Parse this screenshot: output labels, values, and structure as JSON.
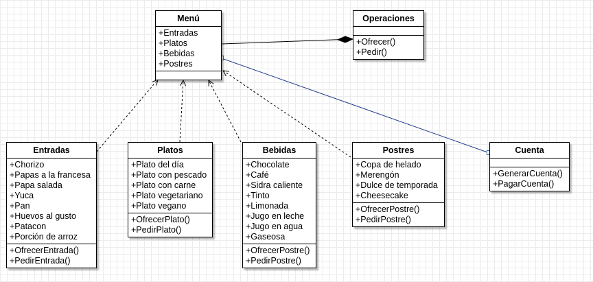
{
  "classes": {
    "menu": {
      "name": "Menú",
      "attributes": [
        "+Entradas",
        "+Platos",
        "+Bebidas",
        "+Postres"
      ],
      "operations": []
    },
    "operaciones": {
      "name": "Operaciones",
      "attributes": [],
      "operations": [
        "+Ofrecer()",
        "+Pedir()"
      ]
    },
    "entradas": {
      "name": "Entradas",
      "attributes": [
        "+Chorizo",
        "+Papas a la francesa",
        "+Papa salada",
        "+Yuca",
        "+Pan",
        "+Huevos al gusto",
        "+Patacon",
        "+Porción de arroz"
      ],
      "operations": [
        "+OfrecerEntrada()",
        "+PedirEntrada()"
      ]
    },
    "platos": {
      "name": "Platos",
      "attributes": [
        "+Plato del día",
        "+Plato con pescado",
        "+Plato con carne",
        "+Plato vegetariano",
        "+Plato vegano"
      ],
      "operations": [
        "+OfrecerPlato()",
        "+PedirPlato()"
      ]
    },
    "bebidas": {
      "name": "Bebidas",
      "attributes": [
        "+Chocolate",
        "+Café",
        "+Sidra caliente",
        "+Tinto",
        "+Limonada",
        "+Jugo en leche",
        "+Jugo en agua",
        "+Gaseosa"
      ],
      "operations": [
        "+OfrecerPostre()",
        "+PedirPostre()"
      ]
    },
    "postres": {
      "name": "Postres",
      "attributes": [
        "+Copa de helado",
        "+Merengón",
        "+Dulce de temporada",
        "+Cheesecake"
      ],
      "operations": [
        "+OfrecerPostre()",
        "+PedirPostre()"
      ]
    },
    "cuenta": {
      "name": "Cuenta",
      "attributes": [],
      "operations": [
        "+GenerarCuenta()",
        "+PagarCuenta()"
      ]
    }
  },
  "colors": {
    "association_line": "#1f3a8a",
    "dependency_line": "#000000",
    "grid": "#ececec"
  }
}
